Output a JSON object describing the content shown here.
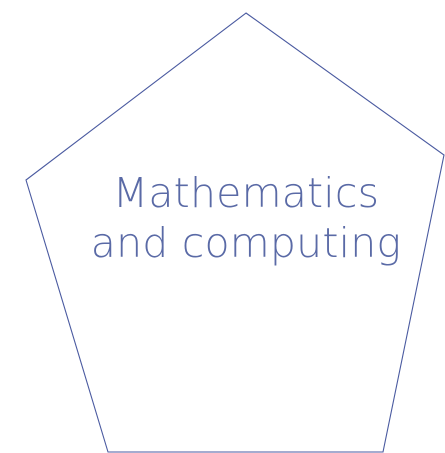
{
  "diagram": {
    "shape": "pentagon",
    "stroke_color": "#4a5aa0",
    "fill_color": "#ffffff",
    "text_color": "#5a6aa6",
    "label_lines": [
      "Mathematics",
      "and computing"
    ]
  }
}
